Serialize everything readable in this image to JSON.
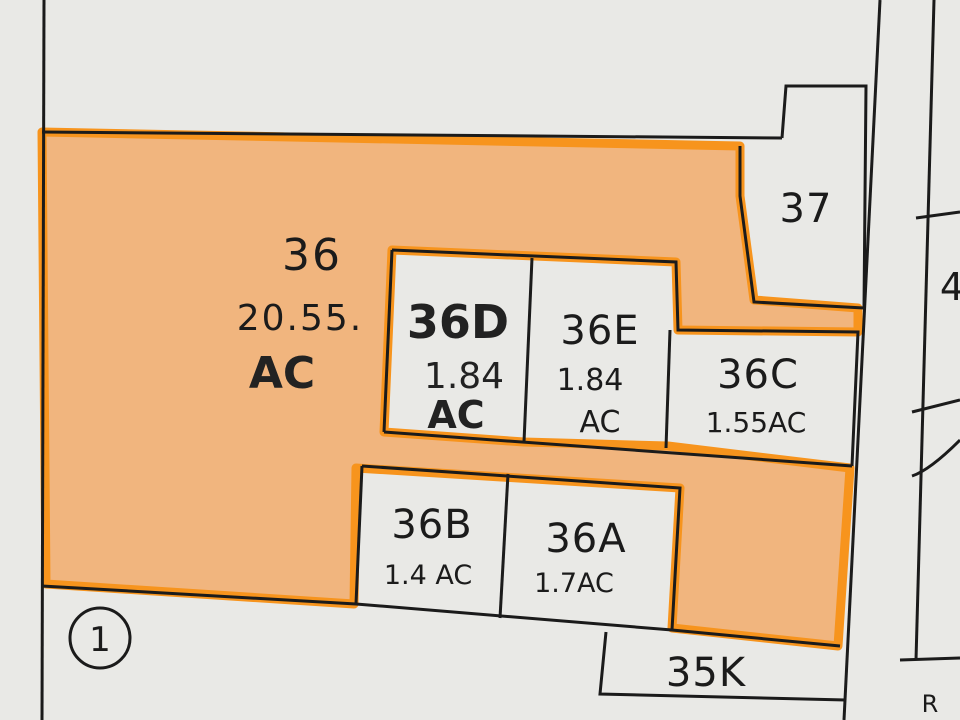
{
  "colors": {
    "paper": "#e9e9e6",
    "highlight_fill": "#f1b57e",
    "highlight_edge": "#f7941d",
    "ink": "#1b1b1b"
  },
  "parcels": {
    "p36": {
      "id": "36",
      "area": "20.55.",
      "unit": "AC"
    },
    "p36d": {
      "id": "36D",
      "area": "1.84",
      "unit": "AC"
    },
    "p36e": {
      "id": "36E",
      "area": "1.84",
      "unit": "AC"
    },
    "p36c": {
      "id": "36C",
      "area": "1.55AC"
    },
    "p36b": {
      "id": "36B",
      "area": "1.4 AC"
    },
    "p36a": {
      "id": "36A",
      "area": "1.7AC"
    },
    "p37": {
      "id": "37"
    },
    "p35k": {
      "id": "35K"
    },
    "edge_right": {
      "id": "4"
    },
    "edge_bottom": {
      "id": "R"
    }
  },
  "markers": {
    "circle_number": "1"
  }
}
